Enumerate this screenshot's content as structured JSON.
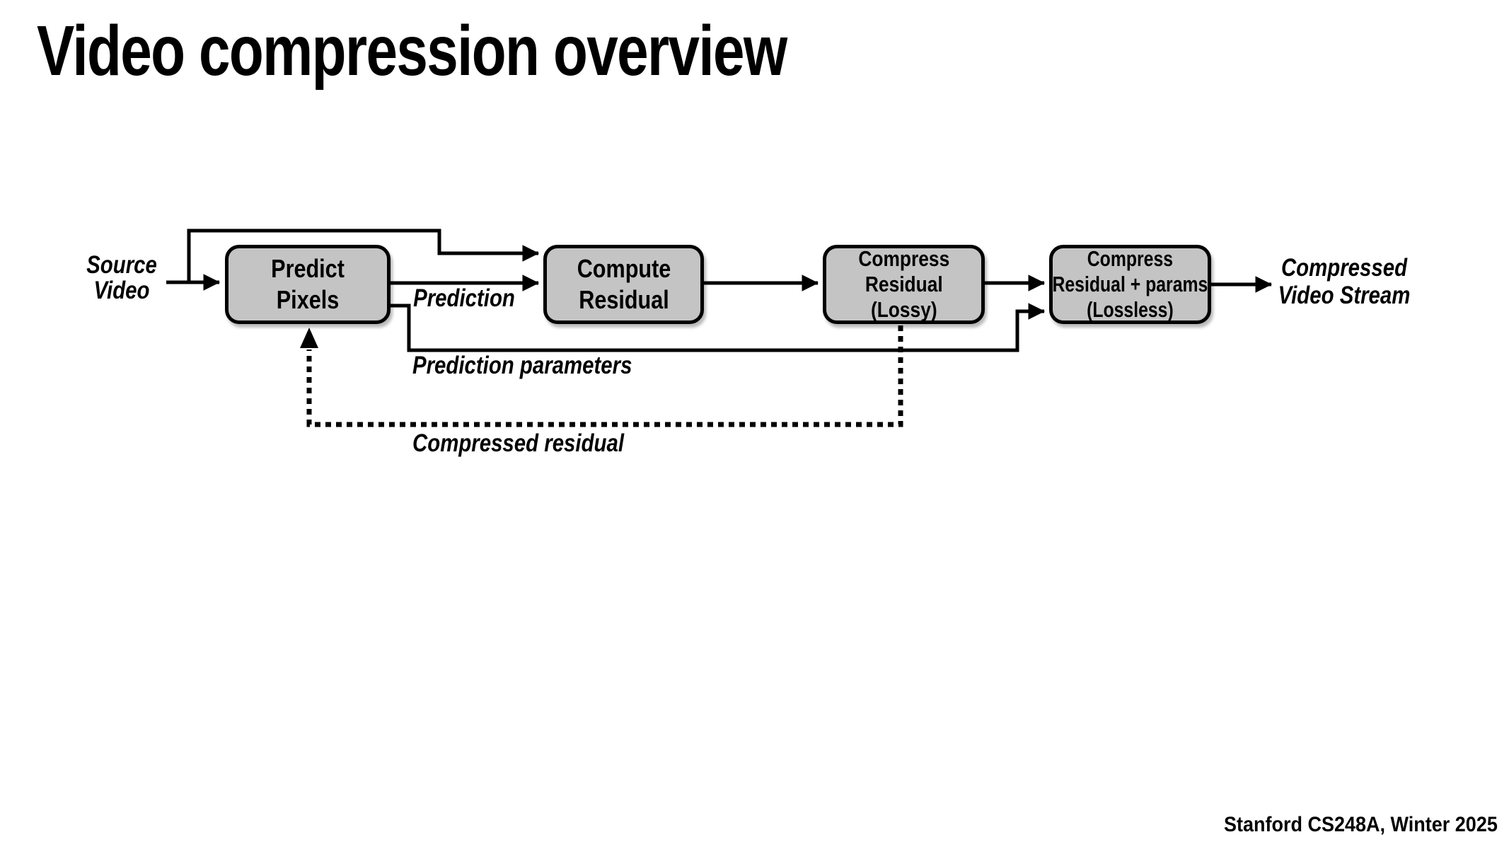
{
  "slide": {
    "title": "Video compression overview",
    "footer": "Stanford CS248A, Winter 2025"
  },
  "diagram": {
    "type": "flowchart",
    "colors": {
      "background": "#ffffff",
      "node_fill": "#c4c4c4",
      "node_border": "#000000",
      "edge": "#000000",
      "text": "#000000"
    },
    "nodes": [
      {
        "id": "predict-pixels",
        "lines": [
          "Predict",
          "Pixels"
        ]
      },
      {
        "id": "compute-residual",
        "lines": [
          "Compute",
          "Residual"
        ]
      },
      {
        "id": "compress-residual-lossy",
        "lines": [
          "Compress",
          "Residual",
          "(Lossy)"
        ]
      },
      {
        "id": "compress-residual-params-lossless",
        "lines": [
          "Compress",
          "Residual + params",
          "(Lossless)"
        ]
      }
    ],
    "labels": {
      "source": {
        "line1": "Source",
        "line2": "Video"
      },
      "prediction": "Prediction",
      "prediction_parameters": "Prediction parameters",
      "compressed_residual": "Compressed residual",
      "output": {
        "line1": "Compressed",
        "line2": "Video Stream"
      }
    },
    "edges": [
      {
        "from": "source-video",
        "to": "predict-pixels",
        "style": "solid"
      },
      {
        "from": "source-video",
        "to": "compute-residual",
        "style": "solid"
      },
      {
        "from": "predict-pixels",
        "to": "compute-residual",
        "style": "solid",
        "label": "Prediction"
      },
      {
        "from": "compute-residual",
        "to": "compress-residual-lossy",
        "style": "solid"
      },
      {
        "from": "compress-residual-lossy",
        "to": "compress-residual-params-lossless",
        "style": "solid"
      },
      {
        "from": "predict-pixels",
        "to": "compress-residual-params-lossless",
        "style": "solid",
        "label": "Prediction parameters"
      },
      {
        "from": "compress-residual-lossy",
        "to": "predict-pixels",
        "style": "dotted",
        "label": "Compressed residual"
      },
      {
        "from": "compress-residual-params-lossless",
        "to": "compressed-video-stream",
        "style": "solid"
      }
    ]
  }
}
